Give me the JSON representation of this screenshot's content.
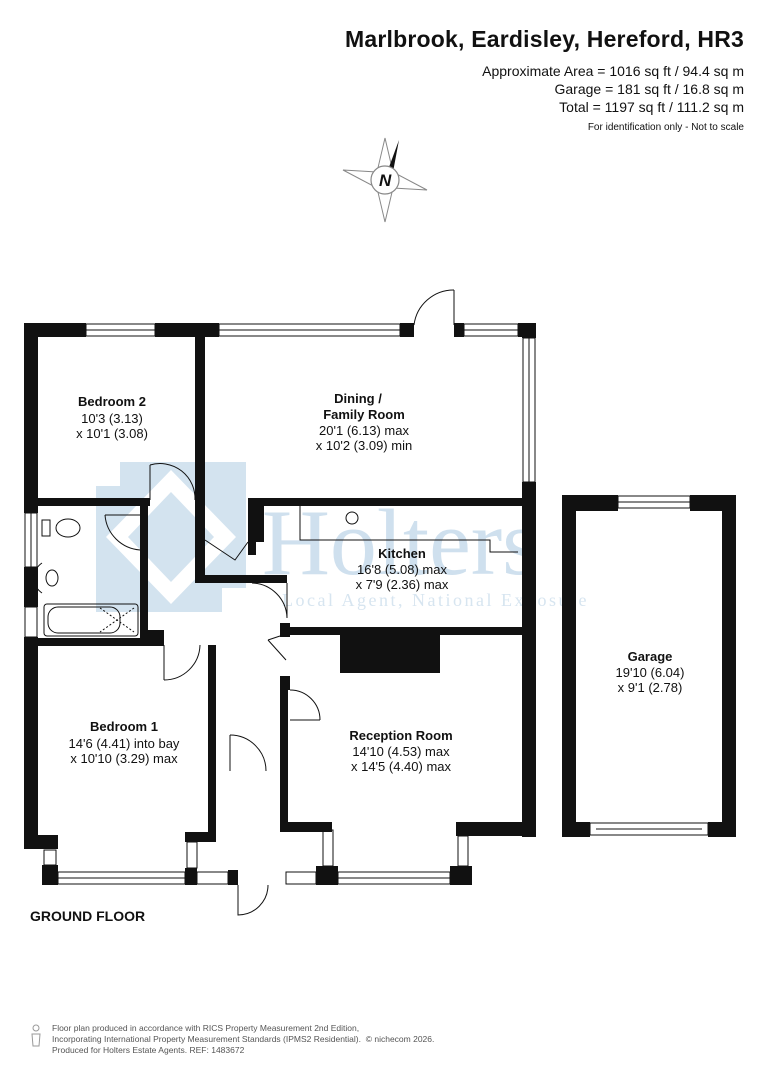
{
  "header": {
    "title": "Marlbrook, Eardisley, Hereford, HR3",
    "area_lines": [
      "Approximate Area = 1016 sq ft / 94.4 sq m",
      "Garage = 181 sq ft / 16.8 sq m",
      "Total = 1197 sq ft / 111.2 sq m"
    ],
    "disclaimer": "For identification only - Not to scale"
  },
  "compass": {
    "label": "N",
    "icon": "compass-icon"
  },
  "watermark": {
    "brand": "Holters",
    "tagline": "Local Agent, National Exposure",
    "color": "#cfe0ee"
  },
  "rooms": {
    "bedroom2": {
      "name": "Bedroom 2",
      "dim1": "10'3 (3.13)",
      "dim2": "x 10'1 (3.08)"
    },
    "dining": {
      "name1": "Dining /",
      "name2": "Family Room",
      "dim1": "20'1 (6.13) max",
      "dim2": "x 10'2 (3.09) min"
    },
    "kitchen": {
      "name": "Kitchen",
      "dim1": "16'8 (5.08) max",
      "dim2": "x 7'9 (2.36) max"
    },
    "bedroom1": {
      "name": "Bedroom 1",
      "dim1": "14'6 (4.41) into bay",
      "dim2": "x 10'10 (3.29) max"
    },
    "reception": {
      "name": "Reception Room",
      "dim1": "14'10 (4.53) max",
      "dim2": "x 14'5 (4.40) max"
    },
    "garage": {
      "name": "Garage",
      "dim1": "19'10 (6.04)",
      "dim2": "x 9'1 (2.78)"
    }
  },
  "floor_label": "GROUND FLOOR",
  "footer": {
    "line1": "Floor plan produced in accordance with RICS Property Measurement 2nd Edition,",
    "line2": "Incorporating International Property Measurement Standards (IPMS2 Residential).",
    "brand": "© nichecom 2026.",
    "line3": "Produced for Holters Estate Agents.   REF: 1483672"
  },
  "colors": {
    "wall": "#111111",
    "watermark": "#cfe0ee"
  }
}
